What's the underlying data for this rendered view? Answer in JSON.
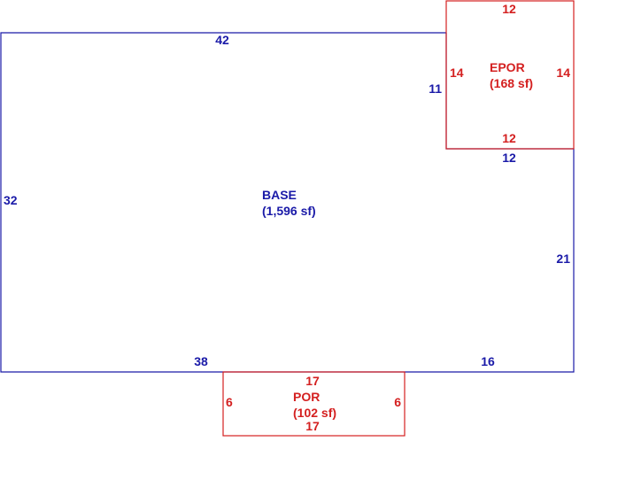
{
  "colors": {
    "base": "#1a1aa8",
    "porch": "#d42020"
  },
  "base": {
    "name": "BASE",
    "area": "(1,596 sf)",
    "dims": {
      "top": "42",
      "left": "32",
      "bottom_left": "38",
      "bottom_right": "16",
      "right": "21",
      "step_horizontal": "12",
      "step_vertical": "11"
    }
  },
  "epor": {
    "name": "EPOR",
    "area": "(168 sf)",
    "dims": {
      "top": "12",
      "bottom": "12",
      "left": "14",
      "right": "14"
    }
  },
  "por": {
    "name": "POR",
    "area": "(102 sf)",
    "dims": {
      "top": "17",
      "bottom": "17",
      "left": "6",
      "right": "6"
    }
  }
}
